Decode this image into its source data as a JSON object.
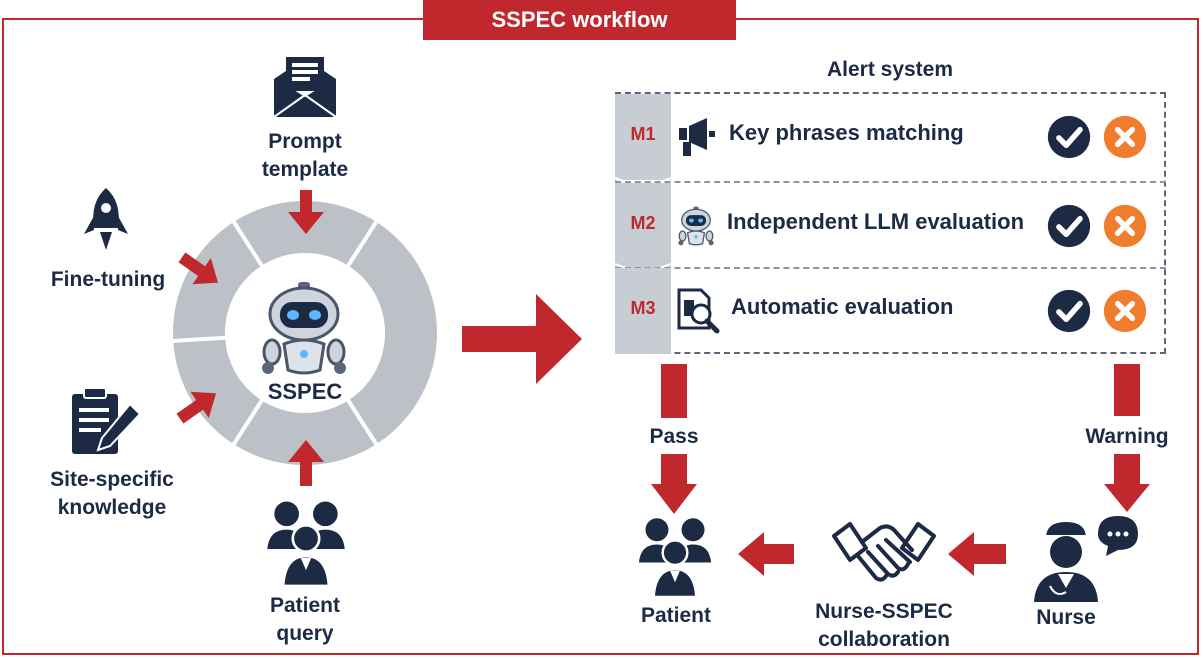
{
  "title": "SSPEC workflow",
  "colors": {
    "accent_red": "#c0282d",
    "navy": "#1c2a44",
    "ring_gray": "#bcc1c8",
    "orange": "#ef7d2d"
  },
  "left": {
    "prompt_template": "Prompt\ntemplate",
    "fine_tuning": "Fine-tuning",
    "site_specific": "Site-specific\nknowledge",
    "patient_query": "Patient\nquery",
    "center_label": "SSPEC"
  },
  "alert_system": {
    "title": "Alert system",
    "modules": [
      {
        "id": "M1",
        "label": "Key phrases matching",
        "icon": "megaphone-icon"
      },
      {
        "id": "M2",
        "label": "Independent LLM evaluation",
        "icon": "robot-icon"
      },
      {
        "id": "M3",
        "label": "Automatic evaluation",
        "icon": "document-search-icon"
      }
    ]
  },
  "flow": {
    "pass": "Pass",
    "warning": "Warning",
    "patient": "Patient",
    "collaboration": "Nurse-SSPEC\ncollaboration",
    "nurse": "Nurse"
  }
}
